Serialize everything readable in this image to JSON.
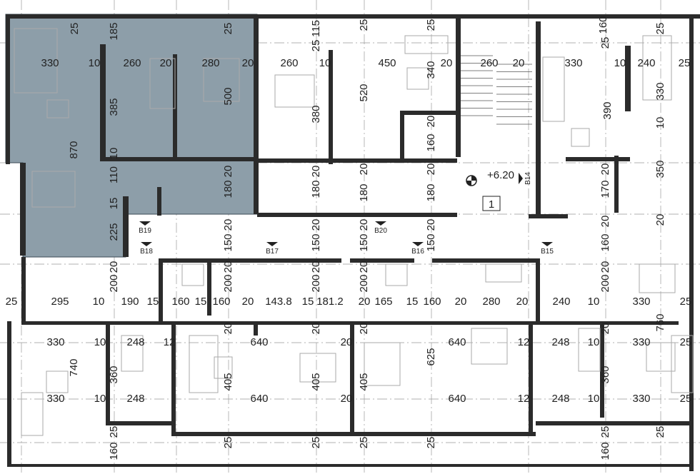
{
  "plan": {
    "level_marker": "+6.20",
    "stair_number": "1",
    "highlight_color": "#8d9ea9",
    "wall_color": "#2b2b2b",
    "section_marks": [
      "B19",
      "B18",
      "B17",
      "B20",
      "B16",
      "B15",
      "B14"
    ],
    "dimensions_horizontal": [
      "330",
      "10",
      "260",
      "20",
      "280",
      "20",
      "260",
      "10",
      "450",
      "20",
      "260",
      "20",
      "330",
      "10",
      "240",
      "25",
      "25",
      "295",
      "10",
      "190",
      "15",
      "160",
      "15",
      "160",
      "20",
      "143.8",
      "15",
      "181.2",
      "20",
      "165",
      "15",
      "160",
      "20",
      "280",
      "20",
      "240",
      "10",
      "330",
      "25",
      "330",
      "10",
      "248",
      "12",
      "640",
      "20",
      "640",
      "12",
      "248",
      "10",
      "330",
      "25",
      "330",
      "10",
      "248",
      "640",
      "20",
      "640",
      "12",
      "248",
      "10",
      "330",
      "25"
    ],
    "dimensions_vertical": [
      "185",
      "25",
      "25",
      "115",
      "25",
      "25",
      "160",
      "25",
      "385",
      "500",
      "870",
      "10",
      "380",
      "520",
      "340",
      "390",
      "330",
      "10",
      "25",
      "25",
      "110",
      "15",
      "225",
      "20",
      "180",
      "20",
      "180",
      "20",
      "180",
      "20",
      "180",
      "160",
      "20",
      "20",
      "170",
      "350",
      "20",
      "160",
      "20",
      "20",
      "20",
      "20",
      "20",
      "150",
      "150",
      "150",
      "150",
      "20",
      "200",
      "20",
      "200",
      "20",
      "200",
      "20",
      "200",
      "20",
      "200",
      "760",
      "20",
      "20",
      "20",
      "20",
      "740",
      "360",
      "405",
      "405",
      "405",
      "625",
      "360",
      "25",
      "160",
      "25",
      "25",
      "25",
      "25",
      "25",
      "160",
      "25"
    ]
  }
}
